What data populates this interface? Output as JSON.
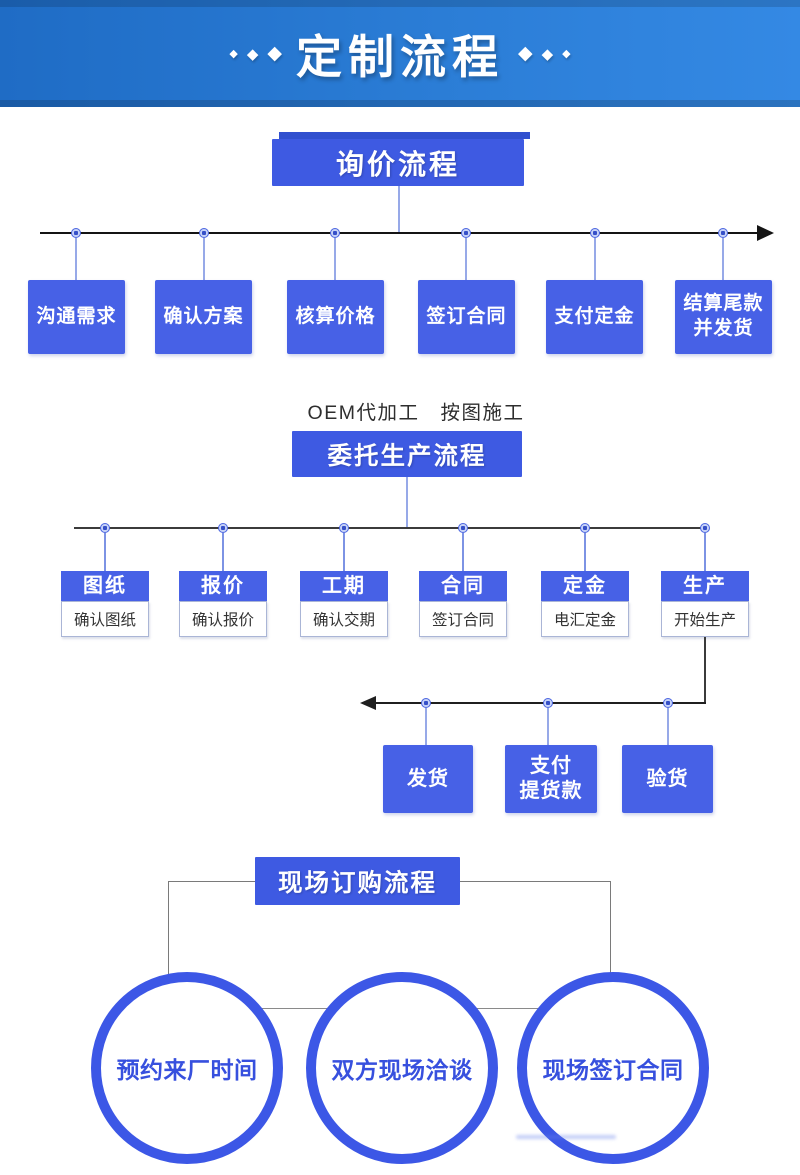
{
  "banner": {
    "title": "定制流程",
    "diamond": "◆"
  },
  "flow1": {
    "title": "询价流程",
    "steps": [
      "沟通需求",
      "确认方案",
      "核算价格",
      "签订合同",
      "支付定金",
      "结算尾款\n并发货"
    ]
  },
  "flow2": {
    "subtitle": "OEM代加工　按图施工",
    "title": "委托生产流程",
    "columns": [
      {
        "header": "图纸",
        "body": "确认图纸"
      },
      {
        "header": "报价",
        "body": "确认报价"
      },
      {
        "header": "工期",
        "body": "确认交期"
      },
      {
        "header": "合同",
        "body": "签订合同"
      },
      {
        "header": "定金",
        "body": "电汇定金"
      },
      {
        "header": "生产",
        "body": "开始生产"
      }
    ],
    "substeps": [
      "发货",
      "支付\n提货款",
      "验货"
    ]
  },
  "flow3": {
    "title": "现场订购流程",
    "circles": [
      "预约来厂时间",
      "双方现场洽谈",
      "现场签订合同"
    ]
  },
  "colors": {
    "banner_gradient_left": "#1f6cc5",
    "banner_gradient_right": "#3489e4",
    "title_box_blue": "#3e5ae2",
    "step_box_blue": "#4761e6",
    "circle_border_blue": "#3c57e6",
    "circle_text_blue": "#3750de",
    "arrow_black": "#141414"
  }
}
